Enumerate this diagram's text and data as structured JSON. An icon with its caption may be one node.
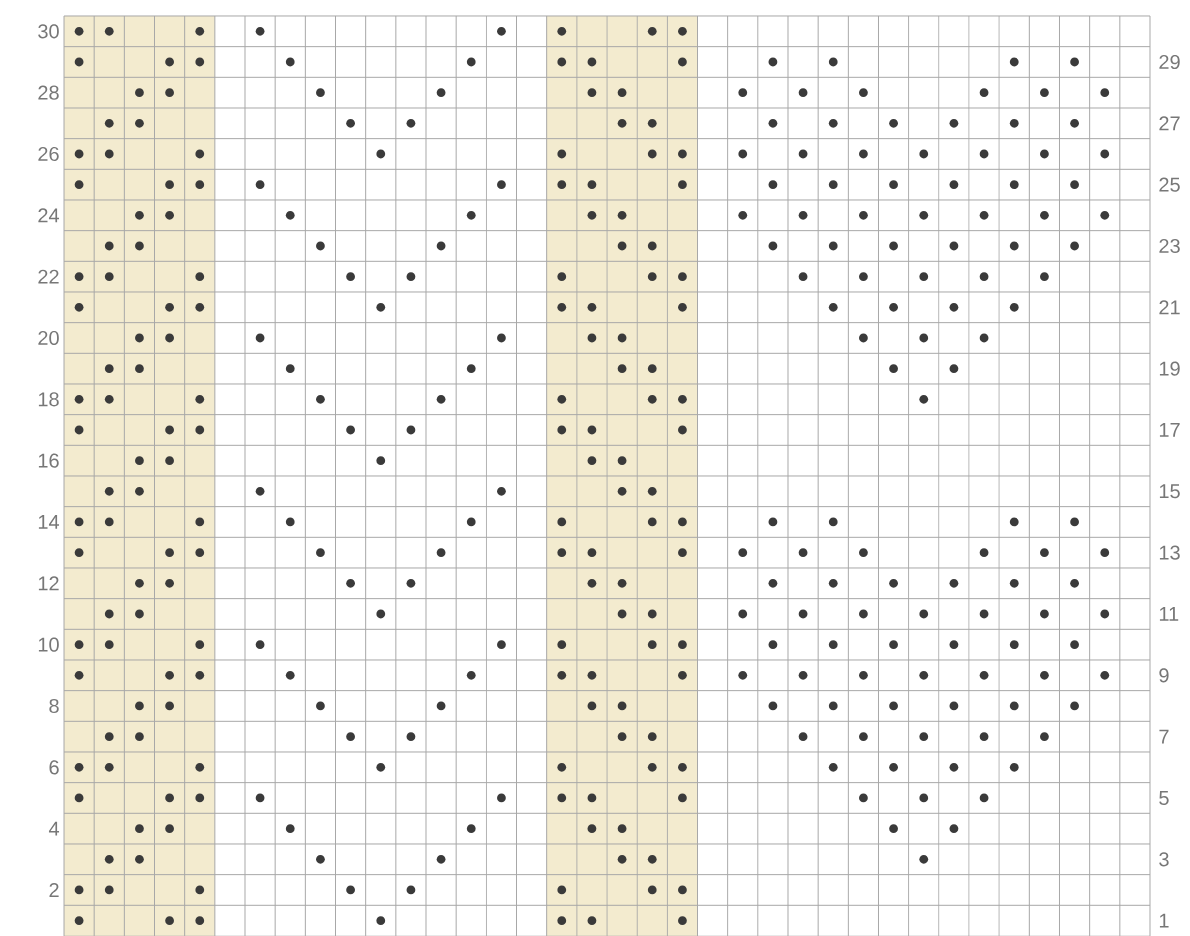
{
  "diagram": {
    "labels": [
      "30",
      "29",
      "28",
      "27",
      "26",
      "25",
      "24",
      "23",
      "22",
      "21",
      "20",
      "19",
      "18",
      "17",
      "16",
      "15",
      "14",
      "13",
      "12",
      "11",
      "10",
      "9",
      "8",
      "7",
      "6",
      "5",
      "4",
      "3",
      "2",
      "1"
    ]
  }
}
